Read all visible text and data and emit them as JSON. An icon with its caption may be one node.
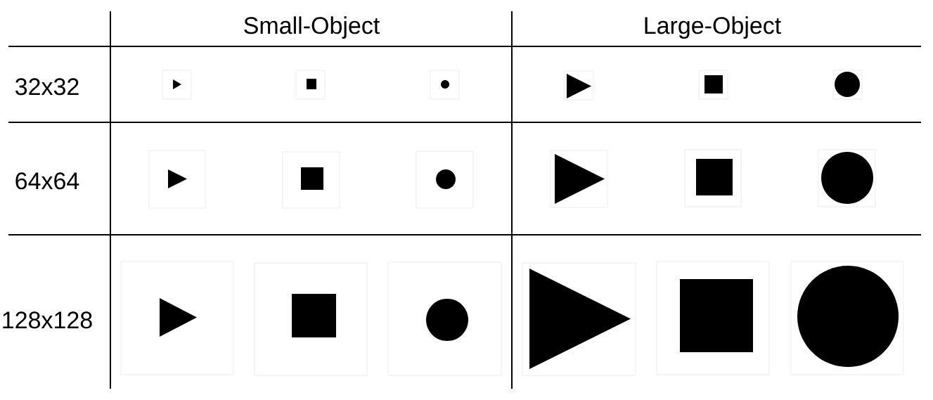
{
  "diagram": {
    "labels": [
      "Small-Object",
      "Large-Object",
      "32x32",
      "64x64",
      "128x128"
    ]
  }
}
